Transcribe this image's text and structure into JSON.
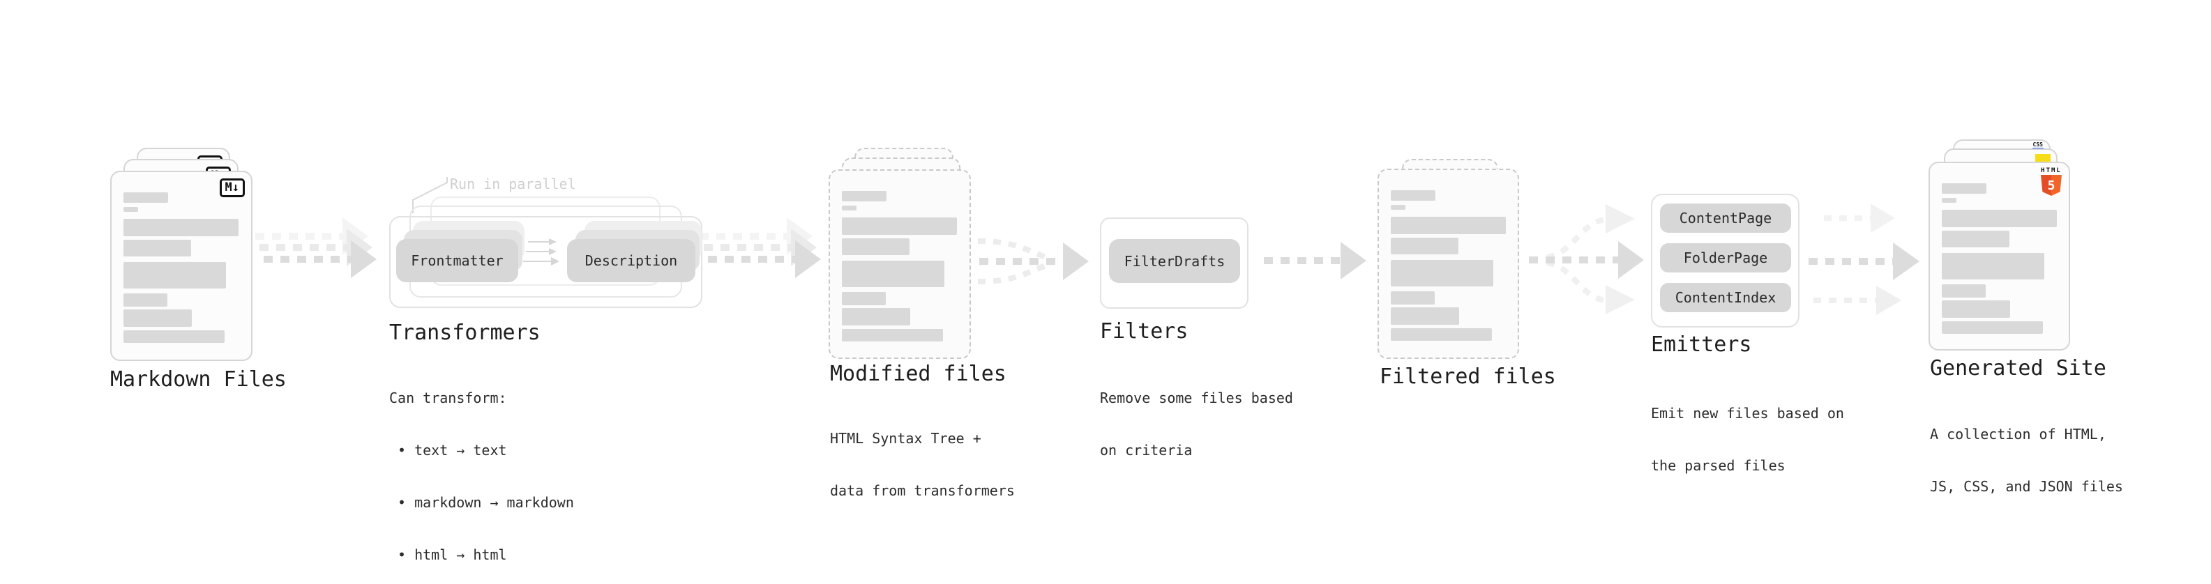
{
  "stages": {
    "markdown_files": {
      "title": "Markdown Files",
      "badge": "M↓"
    },
    "transformers": {
      "title": "Transformers",
      "annotation": "Run in parallel",
      "source_pill": "Frontmatter",
      "target_pill": "Description",
      "heading": "Can transform:",
      "bullets": [
        "• text → text",
        "• markdown → markdown",
        "• html → html"
      ]
    },
    "modified_files": {
      "title": "Modified files",
      "description_lines": [
        "HTML Syntax Tree +",
        "data from transformers"
      ]
    },
    "filters": {
      "title": "Filters",
      "pill": "FilterDrafts",
      "description_lines": [
        "Remove some files based",
        "on criteria"
      ]
    },
    "filtered_files": {
      "title": "Filtered files"
    },
    "emitters": {
      "title": "Emitters",
      "pills": [
        "ContentPage",
        "FolderPage",
        "ContentIndex"
      ],
      "description_lines": [
        "Emit new files based on",
        "the parsed files"
      ]
    },
    "generated_site": {
      "title": "Generated Site",
      "css_badge": "CSS",
      "html_badge_label": "HTML",
      "html_badge_number": "5",
      "description_lines": [
        "A collection of HTML,",
        "JS, CSS, and JSON files"
      ]
    }
  },
  "colors": {
    "html5_orange": "#e44d26",
    "html5_orange_light": "#f16529",
    "js_yellow": "#f5de19",
    "css_blue": "#2b62ea",
    "pill_gray": "#d7d7d7",
    "arrow_gray": "#dcdcdc"
  }
}
